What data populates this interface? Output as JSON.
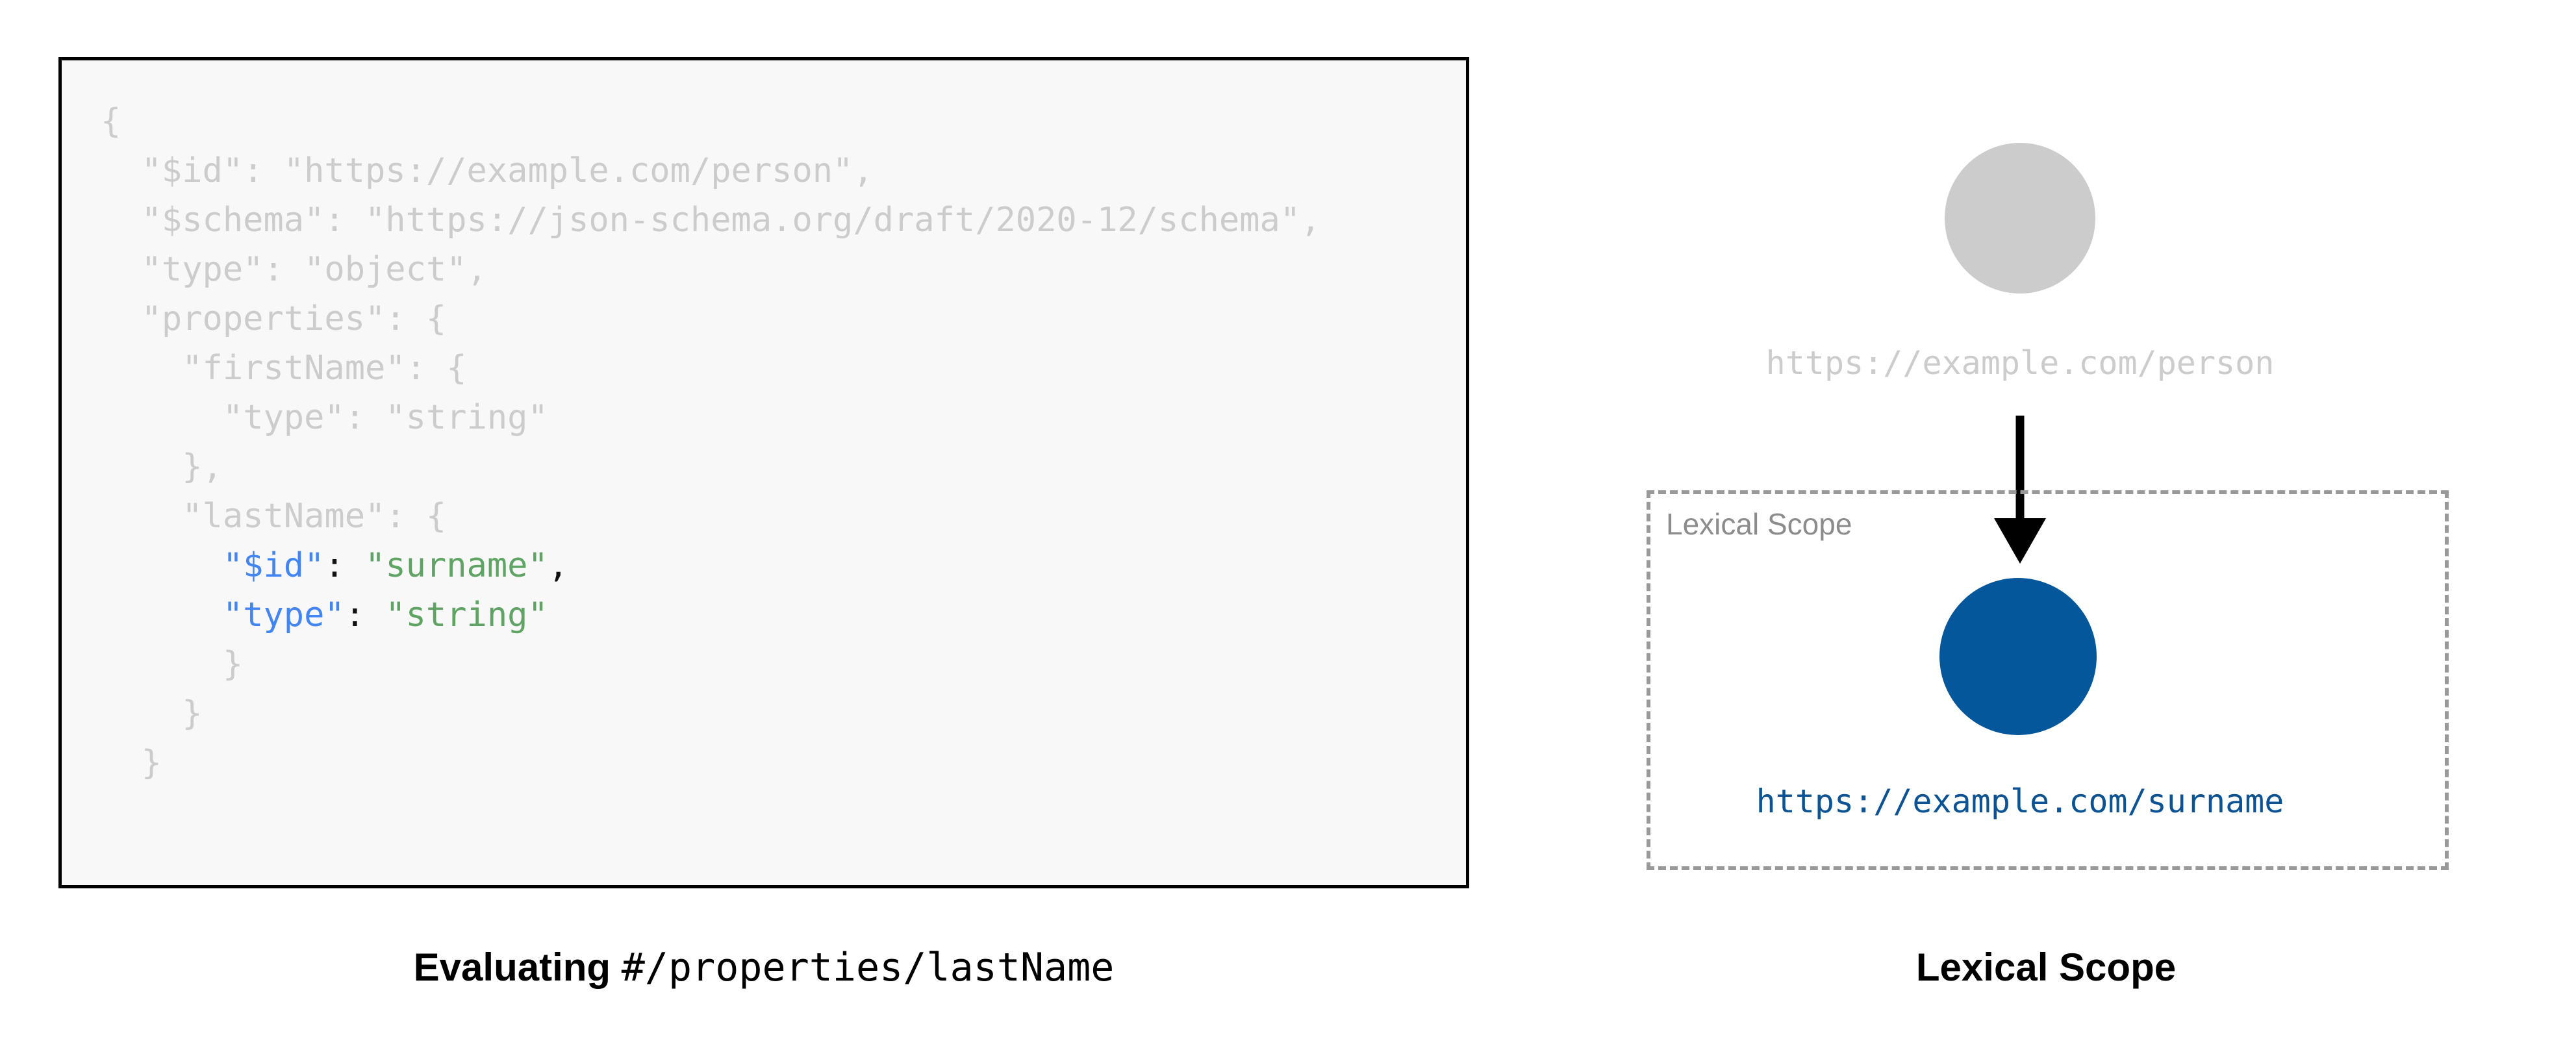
{
  "code_panel": {
    "language": "json",
    "lines": [
      {
        "indent": 0,
        "segments": [
          {
            "t": "{",
            "c": "dim"
          }
        ]
      },
      {
        "indent": 1,
        "segments": [
          {
            "t": "\"$id\": \"https://example.com/person\",",
            "c": "dim"
          }
        ]
      },
      {
        "indent": 1,
        "segments": [
          {
            "t": "\"$schema\": \"https://json-schema.org/draft/2020-12/schema\",",
            "c": "dim"
          }
        ]
      },
      {
        "indent": 1,
        "segments": [
          {
            "t": "\"type\": \"object\",",
            "c": "dim"
          }
        ]
      },
      {
        "indent": 1,
        "segments": [
          {
            "t": "\"properties\": {",
            "c": "dim"
          }
        ]
      },
      {
        "indent": 2,
        "segments": [
          {
            "t": "\"firstName\": {",
            "c": "dim"
          }
        ]
      },
      {
        "indent": 3,
        "segments": [
          {
            "t": "\"type\": \"string\"",
            "c": "dim"
          }
        ]
      },
      {
        "indent": 2,
        "segments": [
          {
            "t": "},",
            "c": "dim"
          }
        ]
      },
      {
        "indent": 2,
        "segments": [
          {
            "t": "\"lastName\": {",
            "c": "dim"
          }
        ]
      },
      {
        "indent": 3,
        "segments": [
          {
            "t": "\"$id\"",
            "c": "key"
          },
          {
            "t": ":",
            "c": "punct"
          },
          {
            "t": " \"surname\"",
            "c": "str"
          },
          {
            "t": ",",
            "c": "punct"
          }
        ]
      },
      {
        "indent": 3,
        "segments": [
          {
            "t": "\"type\"",
            "c": "key"
          },
          {
            "t": ":",
            "c": "punct"
          },
          {
            "t": " \"string\"",
            "c": "str"
          }
        ]
      },
      {
        "indent": 3,
        "segments": [
          {
            "t": "}",
            "c": "dim"
          }
        ]
      },
      {
        "indent": 2,
        "segments": [
          {
            "t": "}",
            "c": "dim"
          }
        ]
      },
      {
        "indent": 1,
        "segments": [
          {
            "t": "}",
            "c": "dim"
          }
        ]
      }
    ],
    "raw_text": "{\n  \"$id\": \"https://example.com/person\",\n  \"$schema\": \"https://json-schema.org/draft/2020-12/schema\",\n  \"type\": \"object\",\n  \"properties\": {\n    \"firstName\": {\n      \"type\": \"string\"\n    },\n    \"lastName\": {\n      \"$id\": \"surname\",\n      \"type\": \"string\"\n    }\n  }\n}"
  },
  "captions": {
    "left_strong": "Evaluating",
    "left_mono": "#/properties/lastName",
    "right": "Lexical Scope"
  },
  "diagram": {
    "root_node_label": "https://example.com/person",
    "scope_node_label": "https://example.com/surname",
    "scope_box_label": "Lexical Scope",
    "edge_icon": "down-arrow-icon"
  },
  "colors": {
    "dim_text": "#cccccc",
    "json_key": "#4285f4",
    "json_string": "#5fa464",
    "root_circle": "#cccccc",
    "scope_circle": "#05579b",
    "scope_link_text": "#0b5394",
    "scope_box_border": "#999999",
    "panel_border": "#000000",
    "panel_background": "#f8f8f8"
  }
}
